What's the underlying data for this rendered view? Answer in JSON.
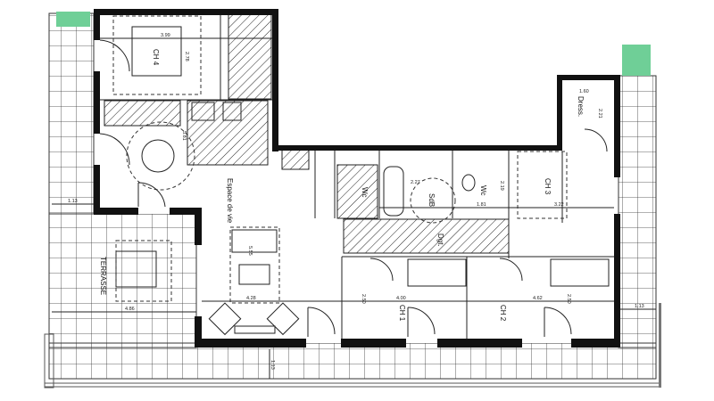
{
  "plan": {
    "rooms": {
      "ch4": "CH 4",
      "espace_de_vie": "Espace de vie",
      "terrasse": "TERRASSE",
      "dgt": "Dgt.",
      "sdb": "SdB",
      "wc1": "Wc",
      "wc2": "Wc",
      "ch3": "CH 3",
      "dress": "Dress.",
      "ch1": "CH 1",
      "ch2": "CH 2"
    },
    "dimensions": {
      "ch4_width": "3.99",
      "ch4_depth": "2.78",
      "kitchen": "5.81",
      "terrace_left_width": "1.13",
      "terrace_width": "4.86",
      "living_depth": "5.55",
      "living_width": "4.28",
      "sdb": "2.27",
      "wc_depth": "2.19",
      "wc_width": "1.81",
      "ch3_width": "3.22",
      "dress_width": "1.60",
      "dress_depth": "2.21",
      "ch1_width": "4.00",
      "ch1_depth": "2.50",
      "ch2_width": "4.62",
      "ch2_depth": "2.50",
      "terrace_right_width": "1.13",
      "terrace_bottom_depth": "1.13"
    },
    "colors": {
      "wall": "#111111",
      "green_planter": "#6fcf97",
      "grid": "#333333"
    }
  }
}
